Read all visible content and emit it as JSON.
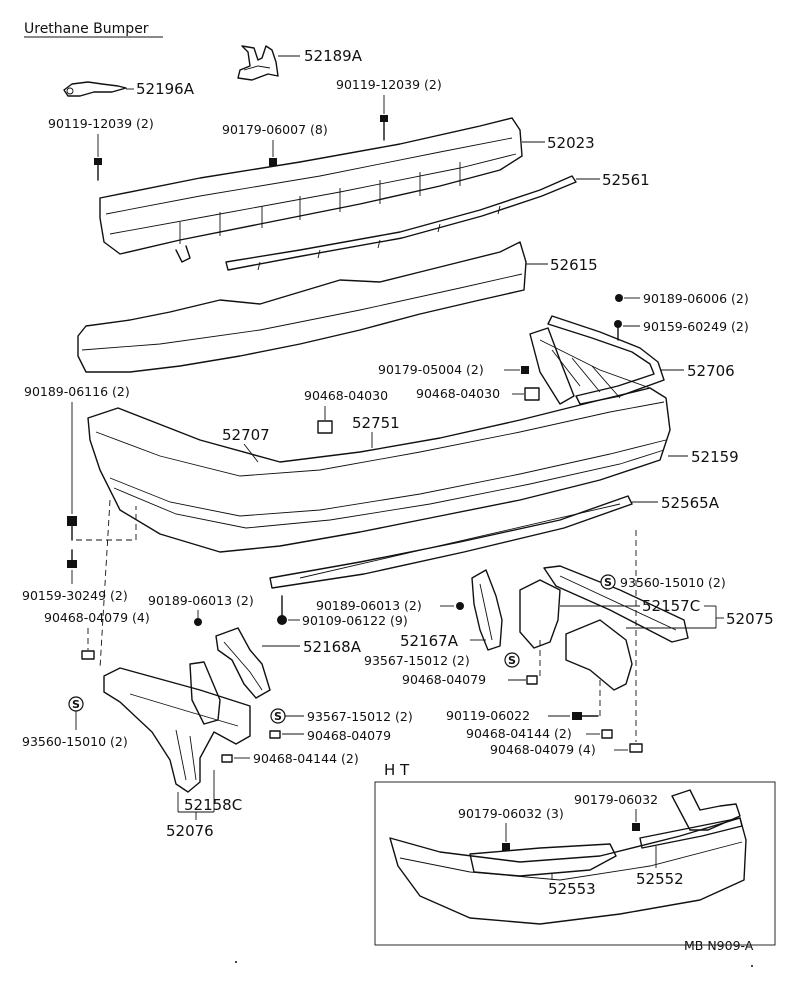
{
  "title": "Urethane Bumper",
  "labels": {
    "p52189A": "52189A",
    "p52196A": "52196A",
    "p90119_top": "90119-12039 (2)",
    "p90119_left": "90119-12039 (2)",
    "p90179_06007": "90179-06007 (8)",
    "p52023": "52023",
    "p52561": "52561",
    "p52615": "52615",
    "p90189_06006": "90189-06006 (2)",
    "p90159_60249": "90159-60249 (2)",
    "p90179_05004": "90179-05004 (2)",
    "p52706": "52706",
    "p90189_06116": "90189-06116 (2)",
    "p90468_04030_a": "90468-04030",
    "p90468_04030_b": "90468-04030",
    "p52751": "52751",
    "p52707": "52707",
    "p52159": "52159",
    "p52565A": "52565A",
    "p90159_30249": "90159-30249 (2)",
    "p90189_06013_l": "90189-06013 (2)",
    "p90468_04079_4": "90468-04079 (4)",
    "p90189_06013_r": "90189-06013 (2)",
    "p90109_06122": "90109-06122 (9)",
    "p93560_15010_r": "93560-15010 (2)",
    "p52157C": "52157C",
    "p52075": "52075",
    "p52168A": "52168A",
    "p52167A": "52167A",
    "p93567_15012_r": "93567-15012 (2)",
    "p90468_04079_r": "90468-04079",
    "p93560_15010_l": "93560-15010 (2)",
    "p93567_15012_m": "93567-15012 (2)",
    "p90468_04079_m": "90468-04079",
    "p90119_06022": "90119-06022",
    "p90468_04144_r": "90468-04144 (2)",
    "p90468_04079_r4": "90468-04079 (4)",
    "p90468_04144_l": "90468-04144 (2)",
    "p52158C": "52158C",
    "p52076": "52076",
    "p90179_06032_3": "90179-06032 (3)",
    "p90179_06032": "90179-06032",
    "p52553": "52553",
    "p52552": "52552"
  },
  "inset_title": "H T",
  "drawing_code": "MB N909-A",
  "symbol_letter": "S"
}
